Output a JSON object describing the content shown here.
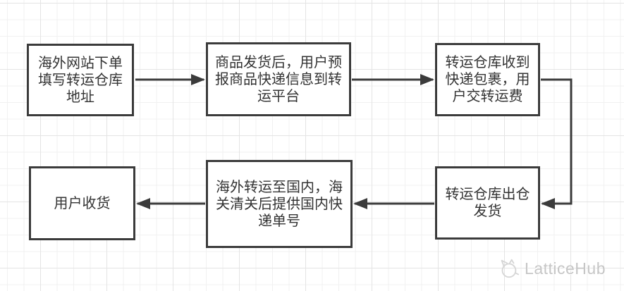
{
  "colors": {
    "canvas-bg": "#ffffff",
    "grid-minor": "#f1f1f1",
    "grid-major": "#e4e4e4",
    "node-border": "#3b3b3b",
    "node-fill": "#ffffff",
    "node-text": "#333333",
    "connector": "#3b3b3b",
    "watermark": "#c6c6c6"
  },
  "diagram": {
    "type": "flowchart",
    "nodes": [
      {
        "id": "overseas-order",
        "label": "海外网站下单\n填写转运仓库\n地址"
      },
      {
        "id": "forecast-parcel",
        "label": "商品发货后，用户预\n报商品快递信息到转\n运平台"
      },
      {
        "id": "warehouse-receive",
        "label": "转运仓库收到\n快递包裹，用\n户交转运费"
      },
      {
        "id": "warehouse-ship",
        "label": "转运仓库出仓\n发货"
      },
      {
        "id": "customs-clearance",
        "label": "海外转运至国内，海\n关清关后提供国内快\n递单号"
      },
      {
        "id": "user-receive",
        "label": "用户收货"
      }
    ],
    "edges": [
      {
        "from": "overseas-order",
        "to": "forecast-parcel"
      },
      {
        "from": "forecast-parcel",
        "to": "warehouse-receive"
      },
      {
        "from": "warehouse-receive",
        "to": "warehouse-ship"
      },
      {
        "from": "warehouse-ship",
        "to": "customs-clearance"
      },
      {
        "from": "customs-clearance",
        "to": "user-receive"
      }
    ]
  },
  "watermark": {
    "label": "LatticeHub",
    "icon": "latticehub-logo-icon"
  }
}
